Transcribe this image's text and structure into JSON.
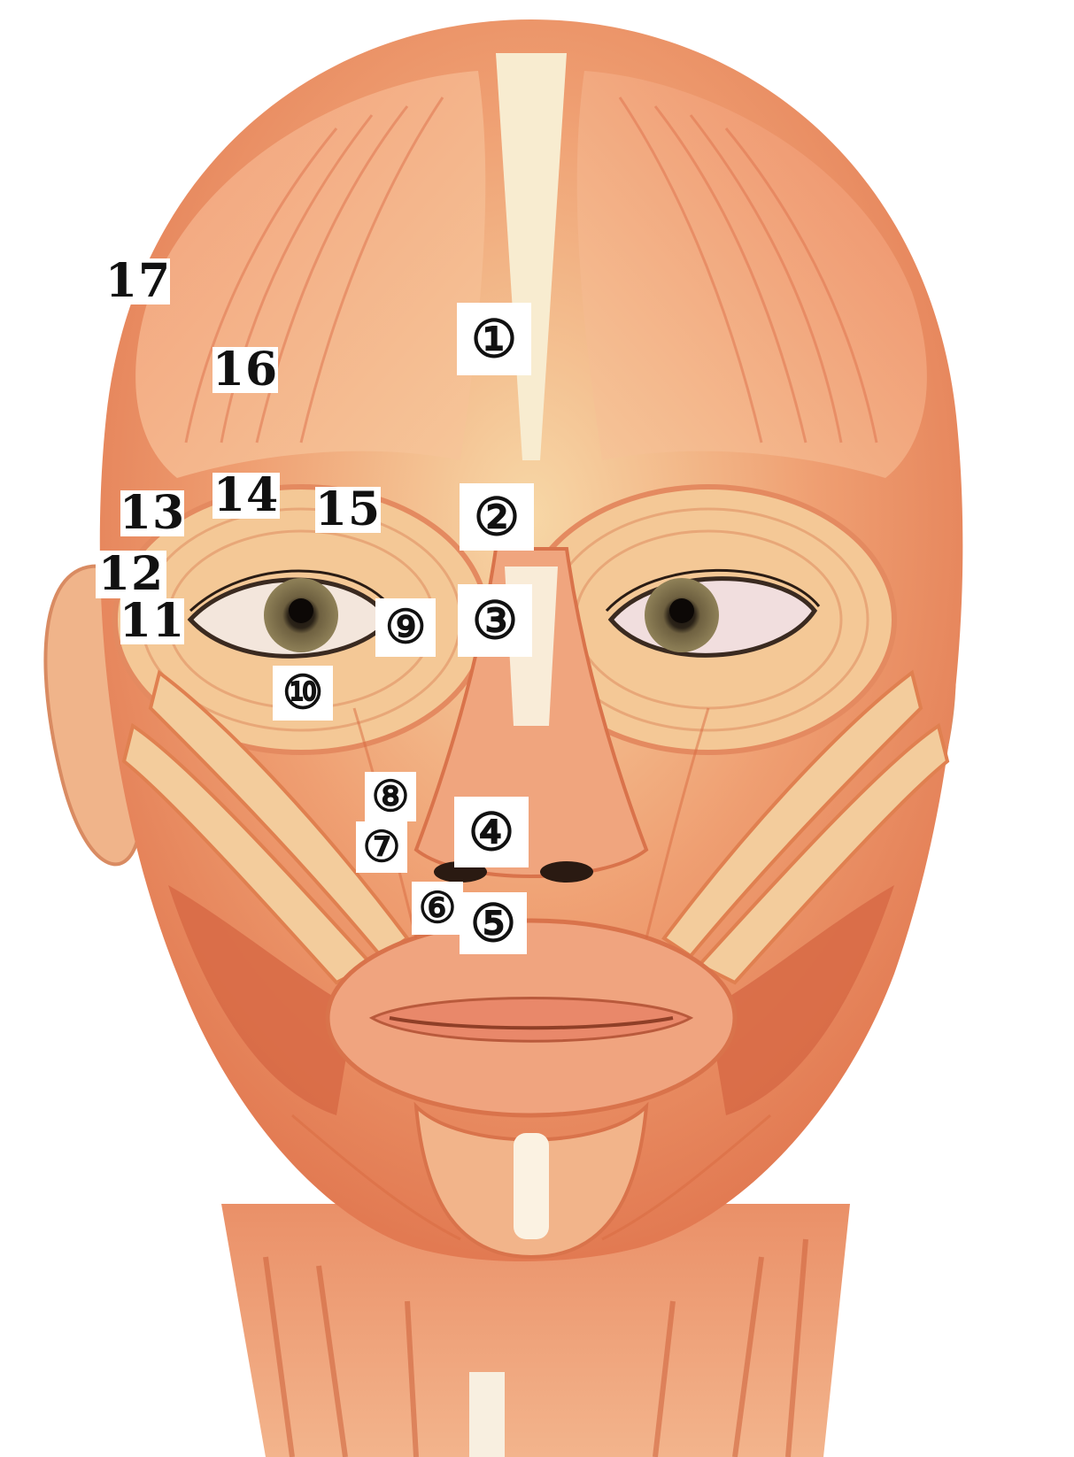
{
  "figure": {
    "subject": "Facial muscles illustration",
    "colors": {
      "muscle": "#e8875f",
      "muscle_dark": "#c95a3a",
      "tendon": "#f6e6b8",
      "skin_light": "#f9dcc0",
      "background": "#ffffff",
      "label_bg": "#ffffff",
      "label_text": "#111111"
    }
  },
  "labels": [
    {
      "id": "1",
      "text": "①"
    },
    {
      "id": "2",
      "text": "②"
    },
    {
      "id": "3",
      "text": "③"
    },
    {
      "id": "4",
      "text": "④"
    },
    {
      "id": "5",
      "text": "⑤"
    },
    {
      "id": "6",
      "text": "⑥"
    },
    {
      "id": "7",
      "text": "⑦"
    },
    {
      "id": "8",
      "text": "⑧"
    },
    {
      "id": "9",
      "text": "⑨"
    },
    {
      "id": "10",
      "text": "⑩"
    },
    {
      "id": "11",
      "text": "11"
    },
    {
      "id": "12",
      "text": "12"
    },
    {
      "id": "13",
      "text": "13"
    },
    {
      "id": "14",
      "text": "14"
    },
    {
      "id": "15",
      "text": "15"
    },
    {
      "id": "16",
      "text": "16"
    },
    {
      "id": "17",
      "text": "17"
    }
  ]
}
